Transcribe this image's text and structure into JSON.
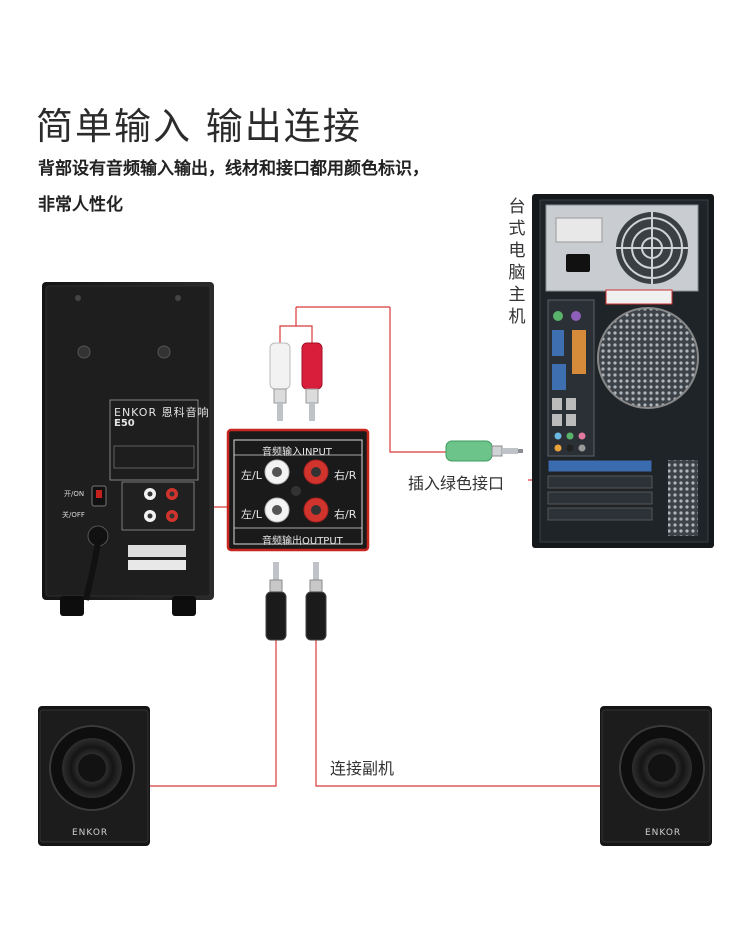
{
  "heading": {
    "title": "简单输入  输出连接",
    "subtitle_line1": "背部设有音频输入输出，线材和接口都用颜色标识，",
    "subtitle_line2": "非常人性化"
  },
  "pc": {
    "label": "台式电脑主机"
  },
  "callouts": {
    "green_port": "插入绿色接口",
    "satellite": "连接副机"
  },
  "panel": {
    "input_label": "音频输入INPUT",
    "output_label": "音频输出OUTPUT",
    "left": "左/L",
    "right": "右/R"
  },
  "main_speaker": {
    "brand": "ENKOR",
    "brand_cn": "恩科音响",
    "model": "E50",
    "power_on": "开/ON",
    "power_off": "关/OFF"
  },
  "satellites": {
    "brand": "ENKOR"
  },
  "colors": {
    "line": "#d83a3a",
    "panel_border": "#c8261e",
    "green_plug": "#6cc48a",
    "red_plug": "#d91e3c"
  }
}
